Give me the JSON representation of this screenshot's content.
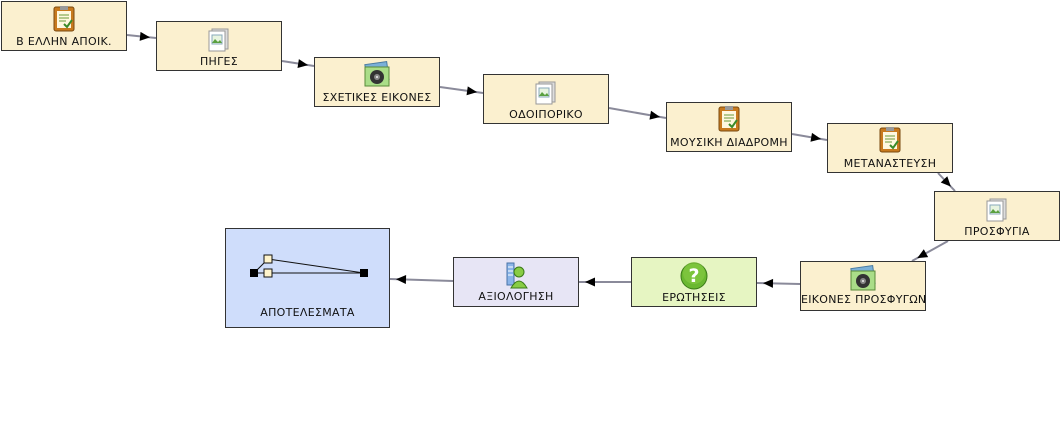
{
  "diagram": {
    "nodes": [
      {
        "id": "n1",
        "label": "Β ΕΛΛΗΝ ΑΠΟΙΚ.",
        "icon": "notepad-icon"
      },
      {
        "id": "n2",
        "label": "ΠΗΓΕΣ",
        "icon": "document-image-icon"
      },
      {
        "id": "n3",
        "label": "ΣΧΕΤΙΚΕΣ ΕΙΚΟΝΕΣ",
        "icon": "photo-film-icon"
      },
      {
        "id": "n4",
        "label": "ΟΔΟΙΠΟΡΙΚΟ",
        "icon": "document-image-icon"
      },
      {
        "id": "n5",
        "label": "ΜΟΥΣΙΚΗ ΔΙΑΔΡΟΜΗ",
        "icon": "notepad-icon"
      },
      {
        "id": "n6",
        "label": "ΜΕΤΑΝΑΣΤΕΥΣΗ",
        "icon": "notepad-icon"
      },
      {
        "id": "n7",
        "label": "ΠΡΟΣΦΥΓΙΑ",
        "icon": "document-image-icon"
      },
      {
        "id": "n8",
        "label": "ΕΙΚΟΝΕΣ ΠΡΟΣΦΥΓΩΝ",
        "icon": "photo-film-icon"
      },
      {
        "id": "n9",
        "label": "ΕΡΩΤΗΣΕΙΣ",
        "icon": "question-icon"
      },
      {
        "id": "n10",
        "label": "ΑΞΙΟΛΟΓΗΣΗ",
        "icon": "user-evaluation-icon"
      },
      {
        "id": "n11",
        "label": "ΑΠΟΤΕΛΕΣΜΑΤΑ",
        "icon": "results-graph-icon"
      }
    ],
    "edges": [
      [
        "n1",
        "n2"
      ],
      [
        "n2",
        "n3"
      ],
      [
        "n3",
        "n4"
      ],
      [
        "n4",
        "n5"
      ],
      [
        "n5",
        "n6"
      ],
      [
        "n6",
        "n7"
      ],
      [
        "n7",
        "n8"
      ],
      [
        "n8",
        "n9"
      ],
      [
        "n9",
        "n10"
      ],
      [
        "n10",
        "n11"
      ]
    ],
    "colors": {
      "activity": "#fbf0cf",
      "question": "#e6f5c2",
      "evaluation": "#e7e5f5",
      "results": "#cfddfb",
      "edge": "#8a8a9a"
    }
  }
}
